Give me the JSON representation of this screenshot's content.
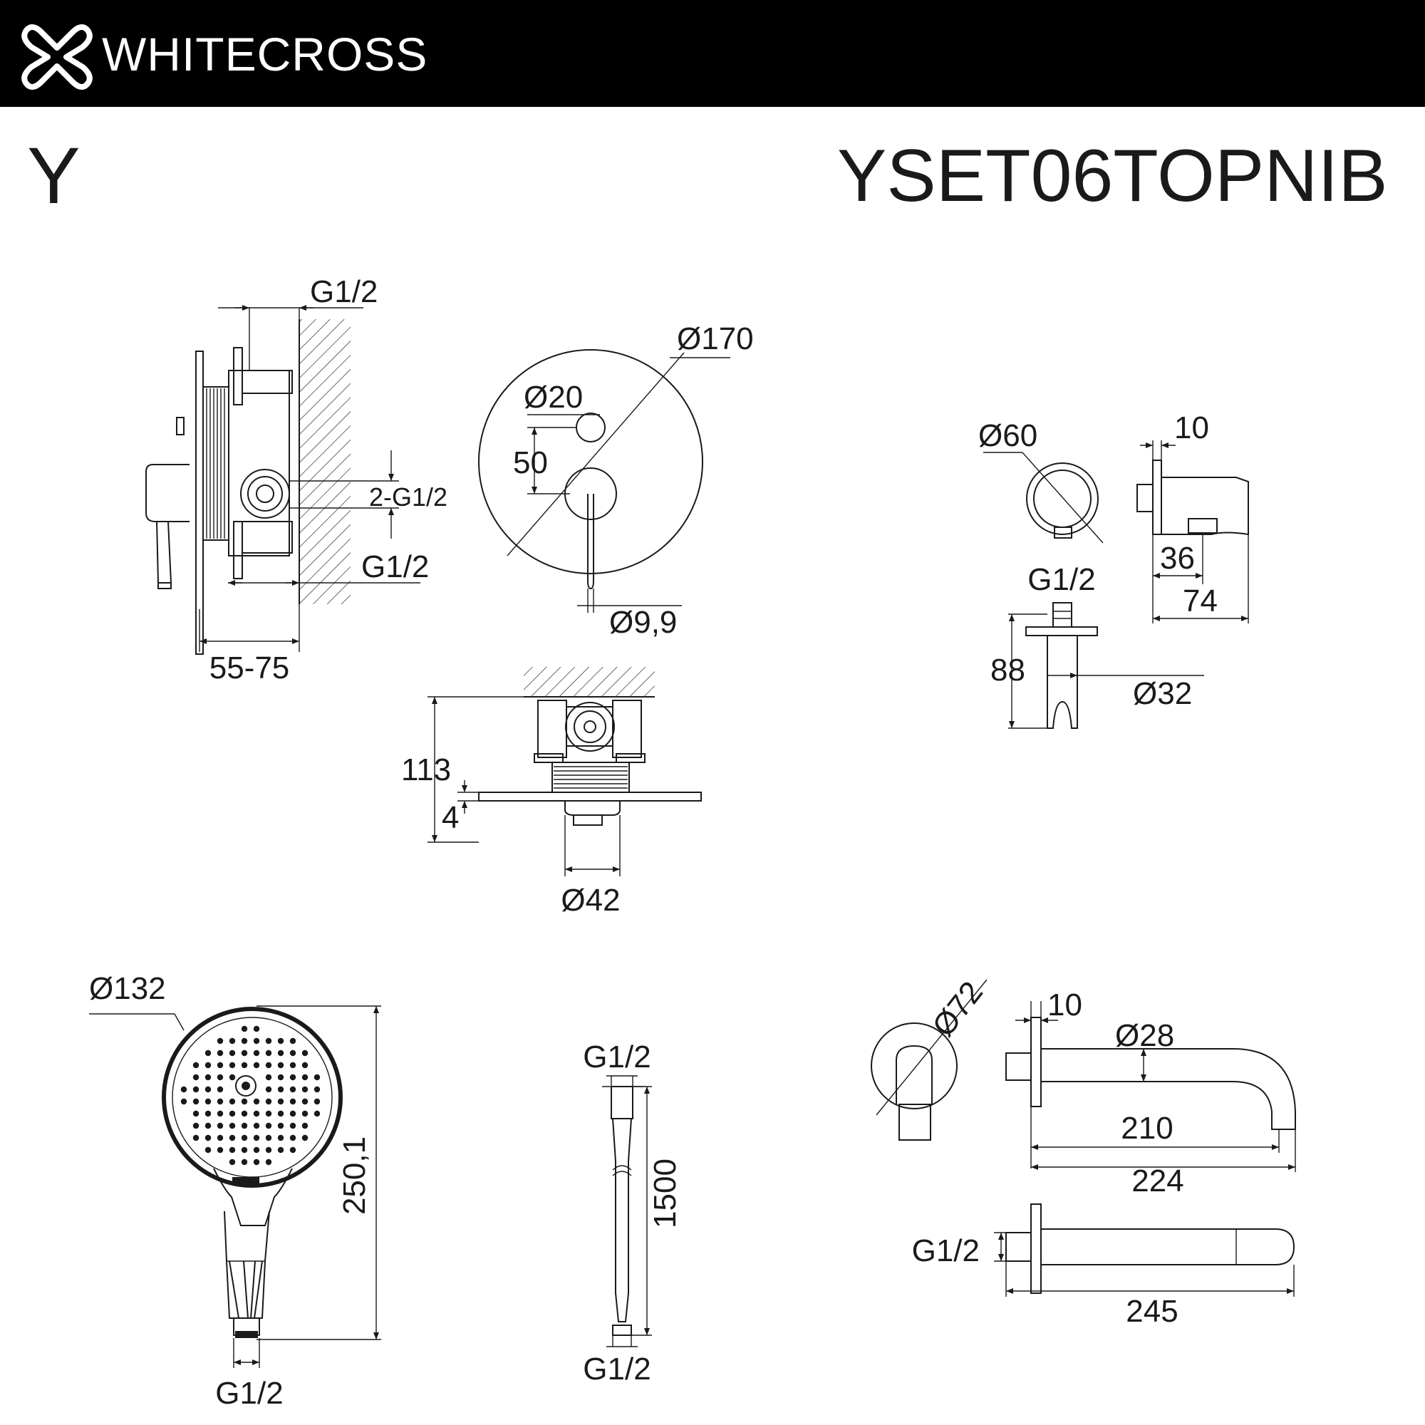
{
  "header": {
    "brand": "WHITECROSS",
    "background": "#000000",
    "logo_icon": "cross-logo"
  },
  "title": {
    "series": "Y",
    "model": "YSET06TOPNIB"
  },
  "dimensions": {
    "mixer_side": {
      "inlet_top": "G1/2",
      "outlets": "2-G1/2",
      "inlet_bottom": "G1/2",
      "depth": "55-75"
    },
    "mixer_front": {
      "plate": "Ø170",
      "diverter": "Ø20",
      "offset": "50",
      "lever": "Ø9,9"
    },
    "mixer_top": {
      "depth": "113",
      "plate": "4",
      "body": "Ø42"
    },
    "wall_outlet": {
      "plate": "Ø60",
      "thread": "G1/2",
      "plate_thickness": "10",
      "outlet_depth": "36",
      "total_depth": "74",
      "height": "88",
      "holder": "Ø32"
    },
    "hand_shower": {
      "head": "Ø132",
      "length": "250,1",
      "thread": "G1/2"
    },
    "hose": {
      "top_thread": "G1/2",
      "length": "1500",
      "bottom_thread": "G1/2"
    },
    "spout": {
      "plate": "Ø72",
      "plate_thickness": "10",
      "pipe": "Ø28",
      "reach": "210",
      "length": "224",
      "thread": "G1/2",
      "total": "245"
    }
  }
}
